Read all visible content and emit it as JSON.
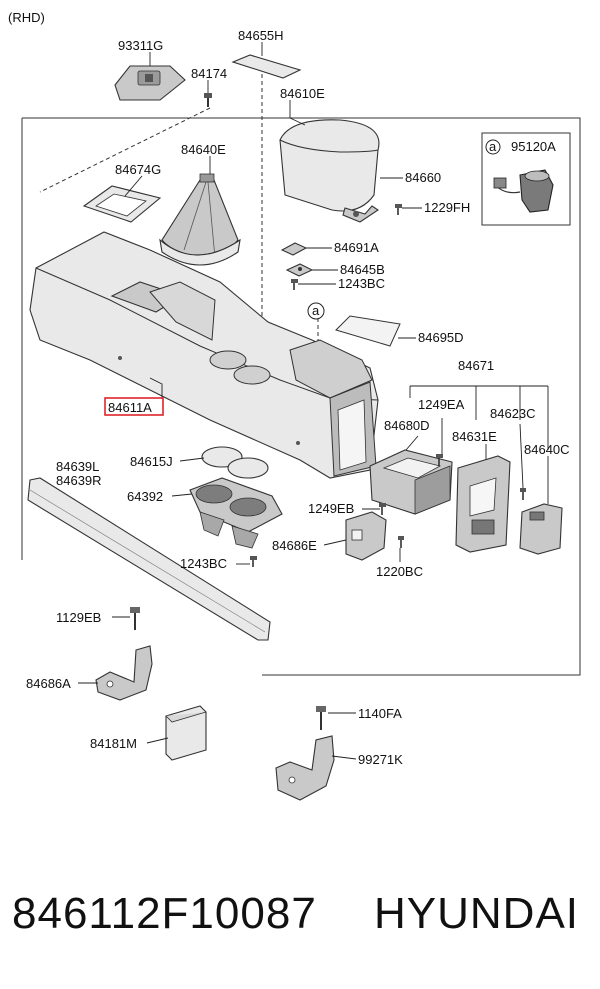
{
  "header": {
    "variant": "(RHD)"
  },
  "labels": {
    "p93311G": "93311G",
    "p84655H": "84655H",
    "p84174": "84174",
    "p84610E": "84610E",
    "p84640E": "84640E",
    "p84674G": "84674G",
    "p84660": "84660",
    "p1229FH": "1229FH",
    "p95120A": "95120A",
    "callout_a": "a",
    "p84691A": "84691A",
    "p84645B": "84645B",
    "p1243BC_a": "1243BC",
    "p84695D": "84695D",
    "p84671": "84671",
    "p84611A": "84611A",
    "p1249EA": "1249EA",
    "p84623C": "84623C",
    "p84680D": "84680D",
    "p84631E": "84631E",
    "p84640C": "84640C",
    "p84639L": "84639L",
    "p84639R": "84639R",
    "p84615J": "84615J",
    "p64392": "64392",
    "p1249EB": "1249EB",
    "p84686E": "84686E",
    "p1243BC_b": "1243BC",
    "p1220BC": "1220BC",
    "p1129EB": "1129EB",
    "p84686A": "84686A",
    "p1140FA": "1140FA",
    "p84181M": "84181M",
    "p99271K": "99271K"
  },
  "footer": {
    "part_number": "846112F10087",
    "brand": "HYUNDAI"
  },
  "colors": {
    "highlight": "#e0242b",
    "ink": "#111111"
  }
}
